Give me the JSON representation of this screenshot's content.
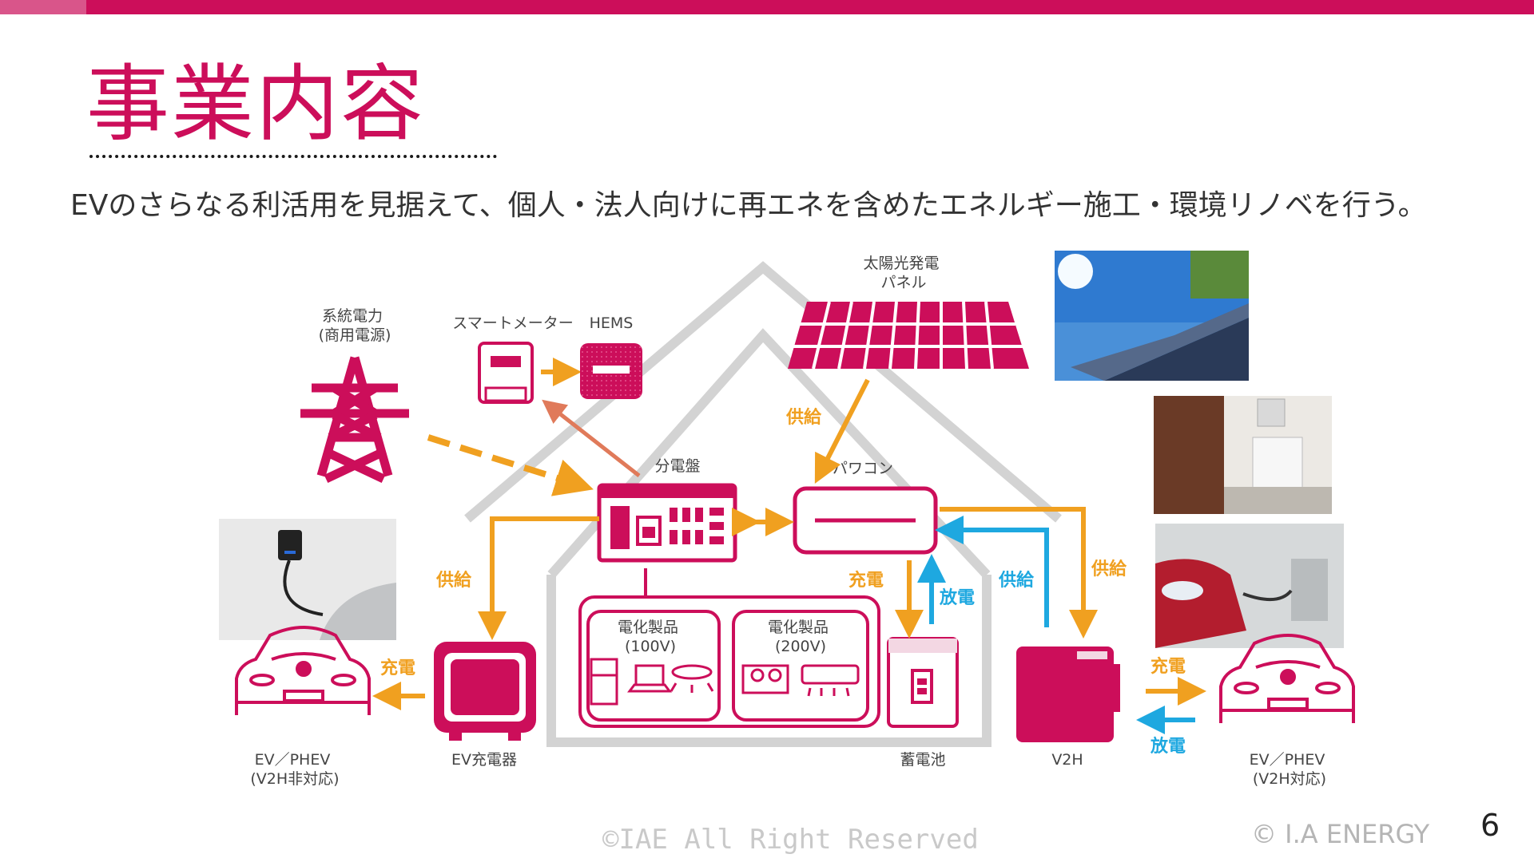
{
  "slide": {
    "title": "事業内容",
    "subtitle": "EVのさらなる利活用を見据えて、個人・法人向けに再エネを含めたエネルギー施工・環境リノベを行う。",
    "page_number": "6",
    "copyright_center": "©IAE All Right Reserved",
    "copyright_right": "© I.A ENERGY"
  },
  "diagram": {
    "grid_power": [
      "系統電力",
      "(商用電源)"
    ],
    "smart_meter": "スマートメーター",
    "hems": "HEMS",
    "solar_panel": [
      "太陽光発電",
      "パネル"
    ],
    "distribution_board": "分電盤",
    "power_conditioner": "パワコン",
    "appliances_100v": [
      "電化製品",
      "(100V)"
    ],
    "appliances_200v": [
      "電化製品",
      "(200V)"
    ],
    "ev_charger": "EV充電器",
    "storage_battery": "蓄電池",
    "v2h": "V2H",
    "ev_left": [
      "EV／PHEV",
      "(V2H非対応)"
    ],
    "ev_right": [
      "EV／PHEV",
      "(V2H対応)"
    ],
    "flow_labels": {
      "supply_solar": "供給",
      "supply_left": "供給",
      "charge_left": "充電",
      "charge_battery": "充電",
      "discharge_battery": "放電",
      "supply_v2h_up": "供給",
      "supply_right": "供給",
      "charge_right": "充電",
      "discharge_right": "放電"
    }
  },
  "colors": {
    "brand": "#cc0e5a",
    "supply_arrow": "#f0a020",
    "discharge_arrow": "#1ea8e0",
    "house_outline": "#d3d3d3"
  }
}
